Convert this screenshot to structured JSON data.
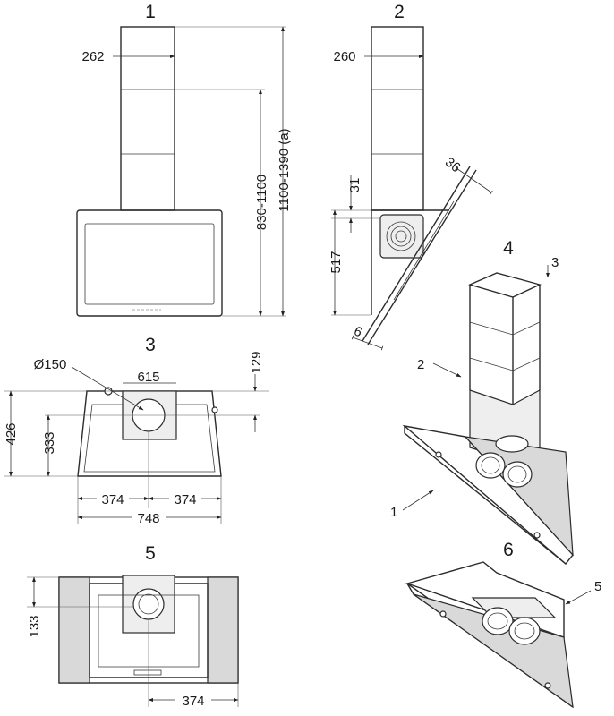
{
  "views": {
    "v1": {
      "number": "1",
      "dim_width": "262",
      "dim_height": "830-1100",
      "dim_height_alt": "1100-1390 (a)"
    },
    "v2": {
      "number": "2",
      "dim_width": "260",
      "dim_angle_top": "36",
      "dim_gap": "31",
      "dim_height": "517",
      "dim_thickness": "6"
    },
    "v3": {
      "number": "3",
      "dim_diameter": "Ø150",
      "dim_inner_width": "615",
      "dim_top_offset": "129",
      "dim_total_height": "426",
      "dim_center_height": "333",
      "dim_half_left": "374",
      "dim_half_right": "374",
      "dim_total_width": "748"
    },
    "v4": {
      "number": "4",
      "callout_1": "1",
      "callout_2": "2",
      "callout_3": "3"
    },
    "v5": {
      "number": "5",
      "dim_center_height": "133",
      "dim_half_right": "374"
    },
    "v6": {
      "number": "6",
      "callout_5": "5"
    }
  }
}
